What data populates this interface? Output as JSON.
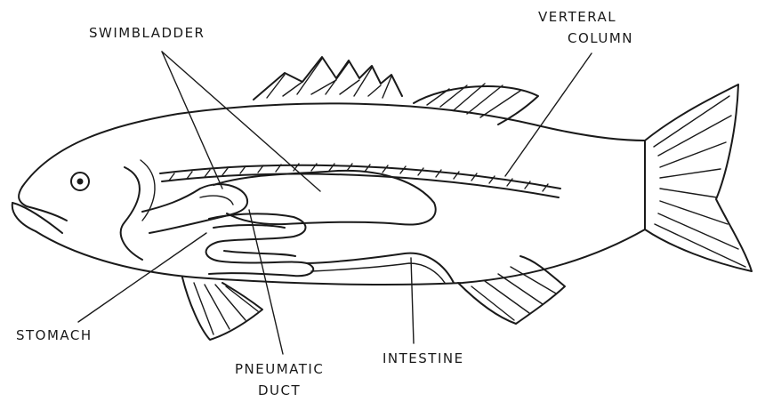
{
  "labels": {
    "swimbladder": "SWIMBLADDER",
    "vertebral_line1": "VERTERAL",
    "vertebral_line2": "COLUMN",
    "stomach": "STOMACH",
    "pneumatic_line1": "PNEUMATIC",
    "pneumatic_line2": "DUCT",
    "intestine": "INTESTINE"
  },
  "colors": {
    "ink": "#1a1a1a",
    "background": "#ffffff"
  }
}
